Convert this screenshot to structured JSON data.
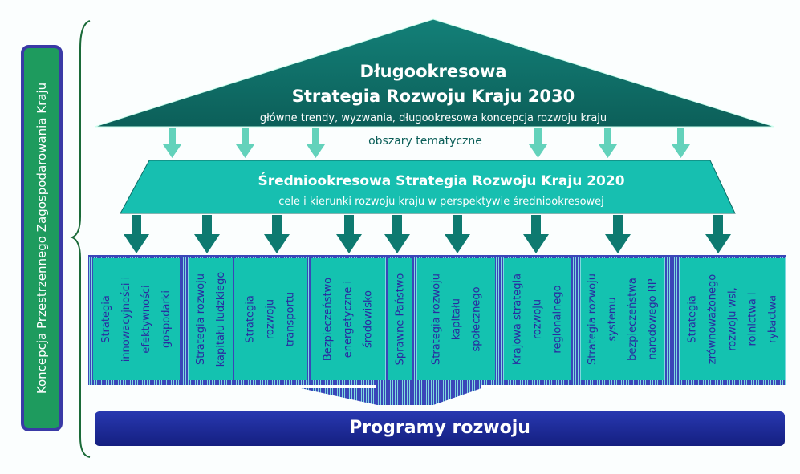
{
  "left_label": "Koncepcja Przestrzennego Zagospodarowania Kraju",
  "long_term": {
    "title1": "Długookresowa",
    "title2": "Strategia Rozwoju Kraju 2030",
    "subtitle": "główne trendy, wyzwania, długookresowa koncepcja rozwoju kraju"
  },
  "thematic": "obszary tematyczne",
  "mid_term": {
    "title": "Średniookresowa Strategia Rozwoju Kraju 2020",
    "subtitle": "cele i kierunki rozwoju kraju w perspektywie średniookresowej"
  },
  "strategies": [
    [
      "Strategia",
      "innowacyjności i",
      "efektywności",
      "gospodarki"
    ],
    [
      "Strategia rozwoju",
      "kapitału ludzkiego"
    ],
    [
      "Strategia",
      "rozwoju",
      "transportu"
    ],
    [
      "Bezpieczeństwo",
      "energetyczne i",
      "środowisko"
    ],
    [
      "Sprawne Państwo"
    ],
    [
      "Strategia rozwoju",
      "kapitału",
      "społecznego"
    ],
    [
      "Krajowa strategia",
      "rozwoju",
      "regionalnego"
    ],
    [
      "Strategia  rozwoju",
      "systemu",
      "bezpieczeństwa",
      "narodowego RP"
    ],
    [
      "Strategia",
      "zrównoważonego",
      "rozwoju wsi,",
      "rolnictwa i",
      "rybactwa"
    ]
  ],
  "programs": "Programy rozwoju",
  "colors": {
    "dark_teal": "#0f6b64",
    "teal": "#14c2b0",
    "light_arrow": "#63d2bb",
    "navy": "#1c2a9c",
    "green": "#1e9b5e"
  }
}
